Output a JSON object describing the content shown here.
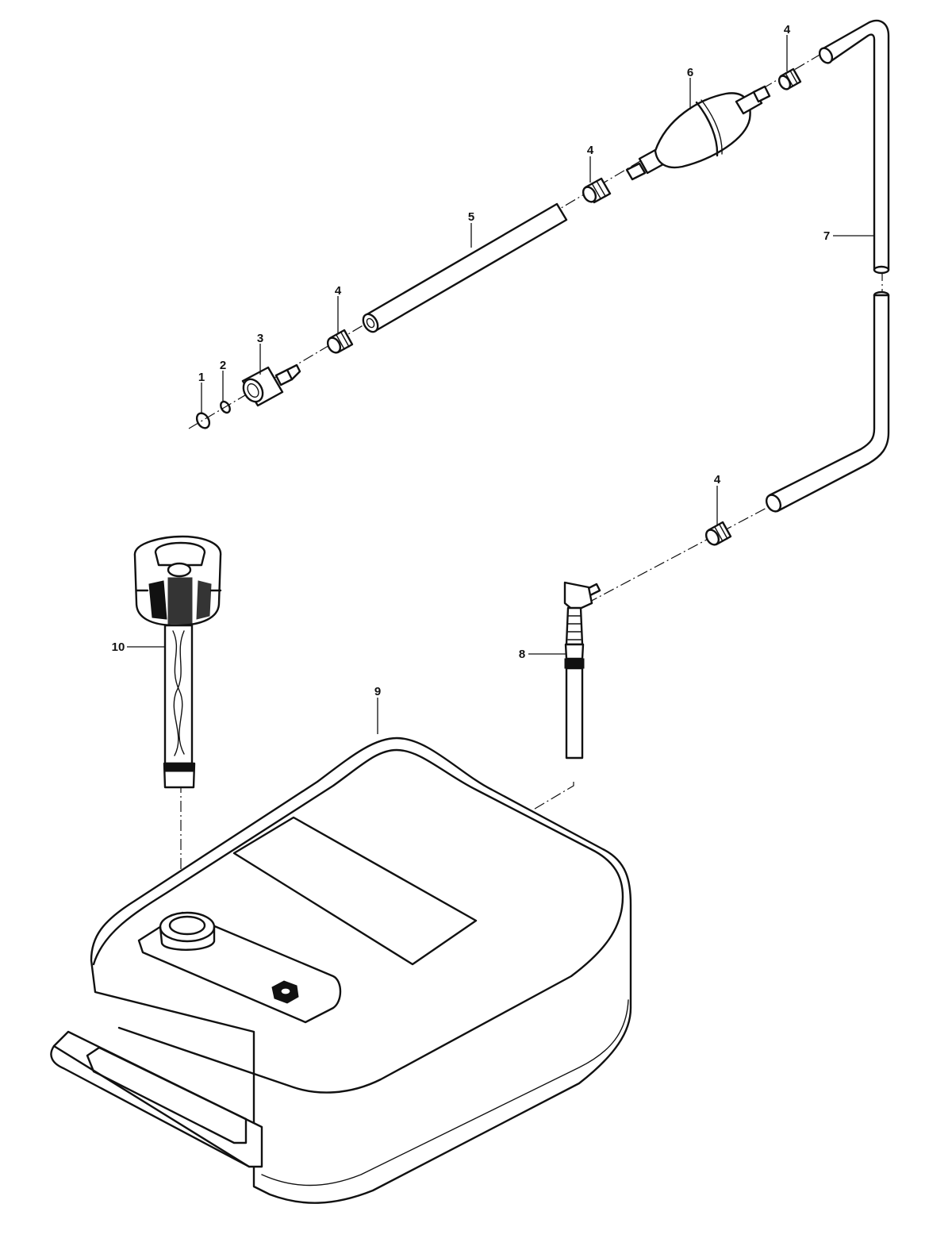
{
  "callouts": [
    {
      "id": "1",
      "label": "1"
    },
    {
      "id": "2",
      "label": "2"
    },
    {
      "id": "3",
      "label": "3"
    },
    {
      "id": "4a",
      "label": "4"
    },
    {
      "id": "5",
      "label": "5"
    },
    {
      "id": "4b",
      "label": "4"
    },
    {
      "id": "6",
      "label": "6"
    },
    {
      "id": "4c",
      "label": "4"
    },
    {
      "id": "7",
      "label": "7"
    },
    {
      "id": "4d",
      "label": "4"
    },
    {
      "id": "8",
      "label": "8"
    },
    {
      "id": "9",
      "label": "9"
    },
    {
      "id": "10",
      "label": "10"
    }
  ]
}
